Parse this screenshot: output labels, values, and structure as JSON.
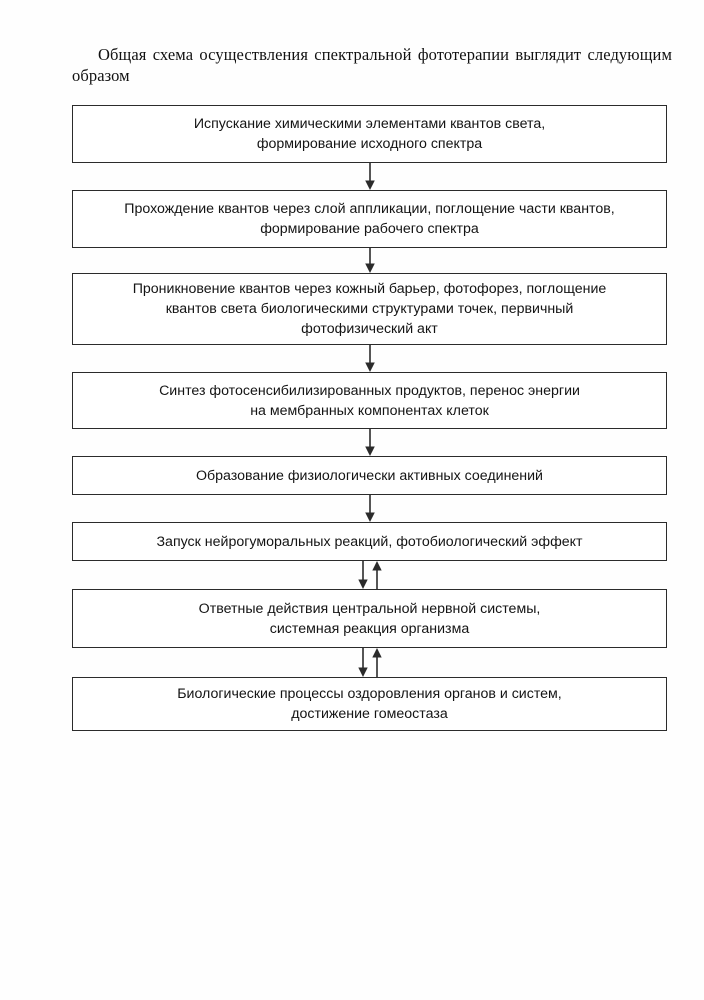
{
  "document": {
    "title_paragraph": "Общая схема осуществления спектральной фототерапии выглядит следующим образом"
  },
  "chart_data": {
    "type": "diagram",
    "diagram_kind": "vertical-flowchart",
    "title": "Общая схема осуществления спектральной фототерапии выглядит следующим образом",
    "orientation": "top-to-bottom",
    "node_shape": "rectangle",
    "node_count": 8,
    "nodes": [
      {
        "id": "n1",
        "text": "Испускание химическими элементами квантов света,\nформирование исходного спектра",
        "lines": 2
      },
      {
        "id": "n2",
        "text": "Прохождение квантов через слой аппликации, поглощение части квантов,\nформирование рабочего спектра",
        "lines": 2
      },
      {
        "id": "n3",
        "text": "Проникновение квантов через кожный барьер, фотофорез, поглощение\nквантов света биологическими структурами точек, первичный\nфотофизический акт",
        "lines": 3
      },
      {
        "id": "n4",
        "text": "Синтез фотосенсибилизированных продуктов, перенос энергии\nна мембранных компонентах клеток",
        "lines": 2
      },
      {
        "id": "n5",
        "text": "Образование физиологически активных соединений",
        "lines": 1
      },
      {
        "id": "n6",
        "text": "Запуск нейрогуморальных реакций, фотобиологический эффект",
        "lines": 1
      },
      {
        "id": "n7",
        "text": "Ответные действия центральной нервной системы,\nсистемная реакция организма",
        "lines": 2
      },
      {
        "id": "n8",
        "text": "Биологические процессы оздоровления органов и систем,\nдостижение гомеостаза",
        "lines": 2
      }
    ],
    "edges": [
      {
        "from": "n1",
        "to": "n2",
        "style": "single-arrow-down"
      },
      {
        "from": "n2",
        "to": "n3",
        "style": "single-arrow-down"
      },
      {
        "from": "n3",
        "to": "n4",
        "style": "single-arrow-down"
      },
      {
        "from": "n4",
        "to": "n5",
        "style": "single-arrow-down"
      },
      {
        "from": "n5",
        "to": "n6",
        "style": "single-arrow-down"
      },
      {
        "from": "n6",
        "to": "n7",
        "style": "double-arrow-bidirectional"
      },
      {
        "from": "n7",
        "to": "n8",
        "style": "double-arrow-bidirectional"
      }
    ],
    "colors": {
      "page_background": "#fefefe",
      "node_border": "#2b2b2b",
      "node_fill": "#ffffff",
      "text": "#141414",
      "connector": "#2b2b2b"
    }
  }
}
